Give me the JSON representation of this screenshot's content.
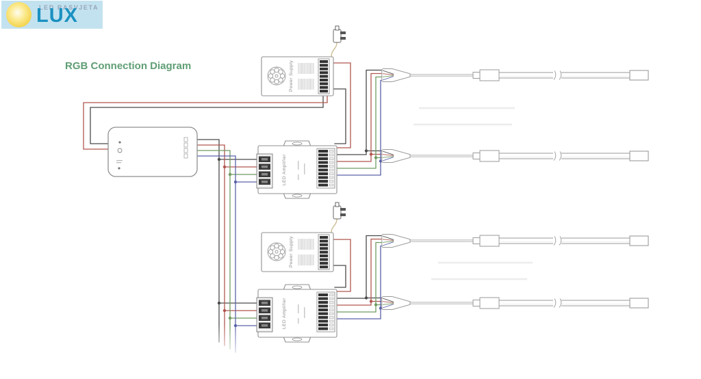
{
  "logo": {
    "tagline": "LED RASVJETA",
    "name": "LUX"
  },
  "diagram": {
    "title": "RGB Connection Diagram",
    "labels": {
      "power_supply": "Power Supply",
      "amplifier": "LED Amplifier"
    }
  },
  "inventory": {
    "rgb_controller": 1,
    "power_supplies": 2,
    "led_amplifiers": 2,
    "led_strips": 4,
    "ac_plugs": 2
  },
  "colors": {
    "wire_black": "#4a4a4a",
    "wire_red": "#b0564e",
    "wire_green": "#6f9b60",
    "wire_blue": "#5a61a9",
    "wire_mains": "#c9b98c",
    "outline": "#8f8f8f",
    "title": "#5f9e74",
    "logo_bg": "#c3e2f0",
    "logo_name": "#1a91c0",
    "logo_tagline": "#97a6b8",
    "sun": "#f2cf45"
  }
}
